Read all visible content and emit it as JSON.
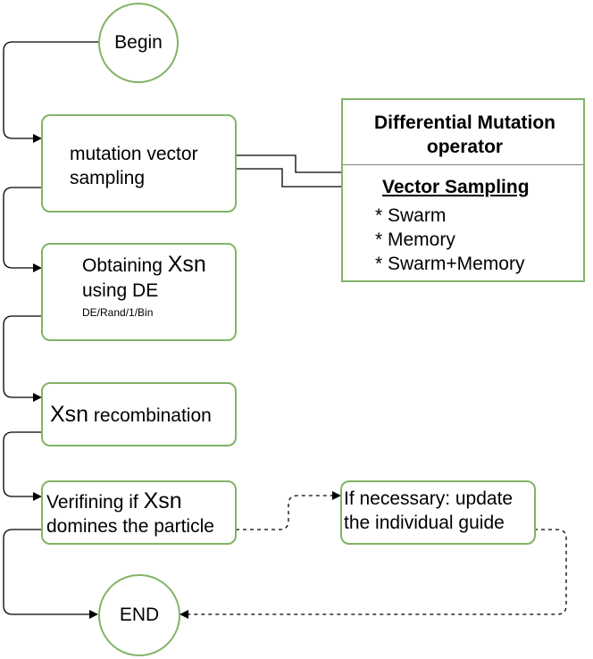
{
  "nodes": {
    "begin": "Begin",
    "end": "END",
    "sampling": {
      "line1": "mutation vector",
      "line2": "sampling"
    },
    "obtaining": {
      "line1_prefix": "Obtaining ",
      "var": "Xsn",
      "line2": "using DE",
      "line3": "DE/Rand/1/Bin"
    },
    "recombination": {
      "var": "Xsn",
      "suffix": " recombination"
    },
    "verifying": {
      "line1_prefix": "Verifining if ",
      "var": "Xsn",
      "line2": "domines the particle"
    },
    "update": {
      "line1": "If necessary: update",
      "line2": "the individual guide"
    }
  },
  "panel": {
    "title_line1": "Differential Mutation",
    "title_line2": "operator",
    "subtitle": "Vector Sampling",
    "items": [
      "* Swarm",
      "* Memory",
      "* Swarm+Memory"
    ]
  },
  "colors": {
    "node_border": "#82b366",
    "edge": "#000000",
    "separator": "#808080"
  }
}
